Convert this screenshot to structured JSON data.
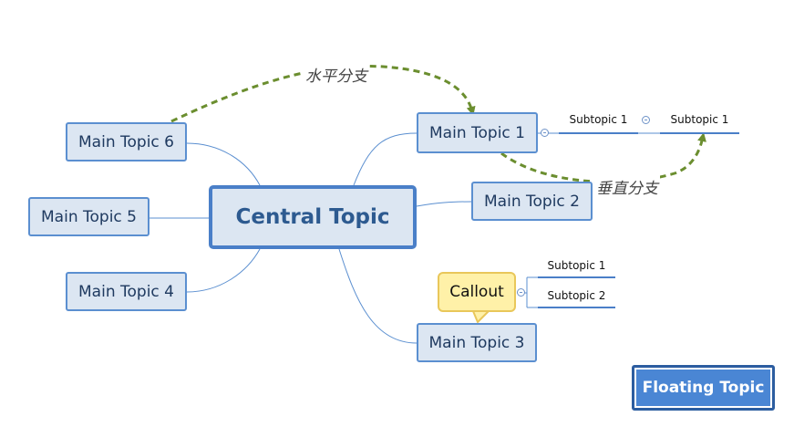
{
  "central_topic": "Central Topic",
  "main_topics": {
    "t1": "Main Topic 1",
    "t2": "Main Topic 2",
    "t3": "Main Topic 3",
    "t4": "Main Topic 4",
    "t5": "Main Topic 5",
    "t6": "Main Topic 6"
  },
  "subtopics": {
    "t1_sub": "Subtopic 1",
    "t1_sub_sub": "Subtopic 1",
    "callout_sub1": "Subtopic 1",
    "callout_sub2": "Subtopic 2"
  },
  "callout": "Callout",
  "floating_topic": "Floating Topic",
  "relationships": {
    "horizontal_label": "水平分支",
    "vertical_label": "垂直分支"
  },
  "colors": {
    "topic_fill": "#dce6f2",
    "topic_border": "#5b8fd0",
    "relationship": "#6b8e2f",
    "callout_fill": "#fff1a8",
    "floating_fill": "#4a86d4"
  }
}
